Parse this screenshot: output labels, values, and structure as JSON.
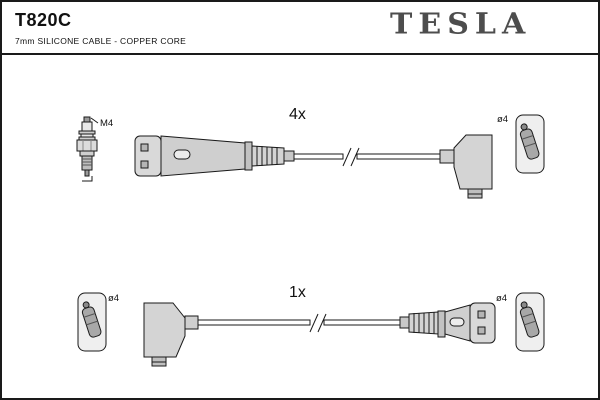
{
  "header": {
    "part_number": "T820C",
    "description": "7mm SILICONE CABLE - COPPER CORE",
    "brand": "TESLA"
  },
  "diagram": {
    "top_assembly": {
      "quantity": "4x",
      "spark_plug_thread": "M4",
      "terminal_diameter": "ø4"
    },
    "bottom_assembly": {
      "quantity": "1x",
      "terminal_diameter_left": "ø4",
      "terminal_diameter_right": "ø4"
    }
  },
  "colors": {
    "line": "#1a1a1a",
    "brand_gray": "#4d4d4d",
    "fill_light": "#d9d9d9"
  }
}
